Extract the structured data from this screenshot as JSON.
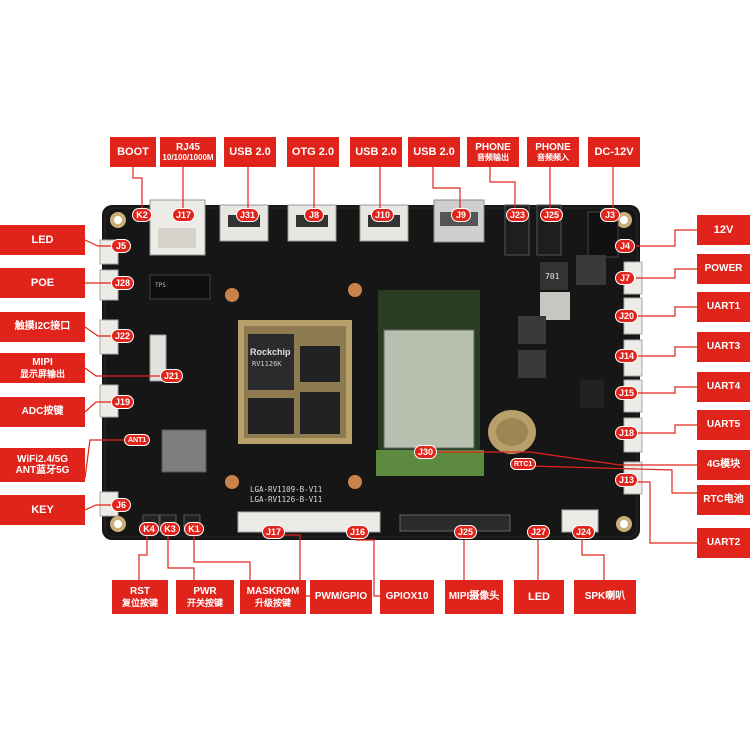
{
  "labels": {
    "boot": "BOOT",
    "rj45": "RJ45",
    "rj45_sub": "10/100/1000M",
    "usb2_a": "USB 2.0",
    "otg": "OTG 2.0",
    "usb2_b": "USB 2.0",
    "usb2_c": "USB 2.0",
    "phone_out": "PHONE",
    "phone_out_sub": "音频输出",
    "phone_in": "PHONE",
    "phone_in_sub": "音频频入",
    "dc12v": "DC-12V",
    "led_left": "LED",
    "poe": "POE",
    "touch_i2c": "触摸I2C接口",
    "mipi": "MIPI",
    "mipi_sub": "显示屏输出",
    "adc": "ADC按键",
    "wifi": "WiFi2.4/5G",
    "ant_bt": "ANT蓝牙5G",
    "key": "KEY",
    "v12": "12V",
    "power": "POWER",
    "uart1": "UART1",
    "uart3": "UART3",
    "uart4": "UART4",
    "uart5": "UART5",
    "g4": "4G模块",
    "rtc": "RTC电池",
    "uart2": "UART2",
    "rst": "RST",
    "rst_sub": "复位按键",
    "pwr": "PWR",
    "pwr_sub": "开关按键",
    "maskrom": "MASKROM",
    "maskrom_sub": "升级按键",
    "pwm": "PWM/GPIO",
    "gpio": "GPIOX10",
    "mipi_cam": "MIPI摄像头",
    "led_bottom": "LED",
    "spk": "SPK喇叭"
  },
  "tags": {
    "k2": "K2",
    "j17t": "J17",
    "j31": "J31",
    "j8": "J8",
    "j10": "J10",
    "j9": "J9",
    "j23": "J23",
    "j25": "J25",
    "j3": "J3",
    "j5": "J5",
    "j28": "J28",
    "j22": "J22",
    "j21": "J21",
    "j19": "J19",
    "ant1": "ANT1",
    "j6": "J6",
    "j4": "J4",
    "j7": "J7",
    "j20": "J20",
    "j14": "J14",
    "j15": "J15",
    "j18": "J18",
    "j30": "J30",
    "rtc1": "RTC1",
    "j13": "J13",
    "k4": "K4",
    "k3": "K3",
    "k1": "K1",
    "j17b": "J17",
    "j16": "J16",
    "j25b": "J25",
    "j27": "J27",
    "j24": "J24"
  },
  "silkscreen": {
    "line1": "LGA-RV1109-B-V11",
    "line2": "LGA-RV1126-B-V11",
    "soc_brand": "Rockchip",
    "soc_model": "RV1126K",
    "ind": "701",
    "switch": "TPS"
  },
  "colors": {
    "label_red": "#e0241b",
    "board": "#161616",
    "connector": "#e8e6e0",
    "gold": "#b8a06a",
    "module_green": "#5c8a3f"
  }
}
